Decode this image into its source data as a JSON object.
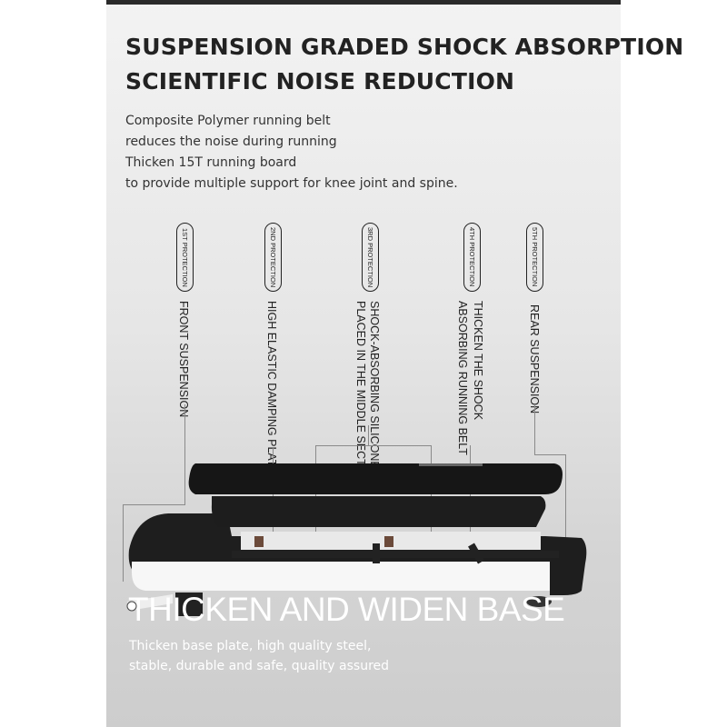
{
  "heading": {
    "line1": "SUSPENSION GRADED SHOCK ABSORPTION",
    "line2": "SCIENTIFIC NOISE REDUCTION"
  },
  "intro": [
    "Composite Polymer running belt",
    "reduces the noise during running",
    "Thicken 15T running board",
    "to provide multiple support for knee joint and spine."
  ],
  "protections": [
    {
      "badge": "1ST PROTECTION",
      "lines": [
        "FRONT SUSPENSION"
      ]
    },
    {
      "badge": "2ND PROTECTION",
      "lines": [
        "HIGH ELASTIC DAMPING PLATE"
      ]
    },
    {
      "badge": "3RD PROTECTION",
      "lines": [
        "SHOCK-ABSORBING SILICONE",
        "PLACED IN THE MIDDLE SECTION"
      ]
    },
    {
      "badge": "4TH PROTECTION",
      "lines": [
        "THICKEN THE SHOCK",
        "ABSORBING  RUNNING BELT"
      ]
    },
    {
      "badge": "5TH PROTECTION",
      "lines": [
        "REAR SUSPENSION"
      ]
    }
  ],
  "base": {
    "title": "THICKEN AND WIDEN BASE",
    "desc": [
      "Thicken base plate, high quality steel,",
      "stable, durable and safe, quality assured"
    ]
  }
}
